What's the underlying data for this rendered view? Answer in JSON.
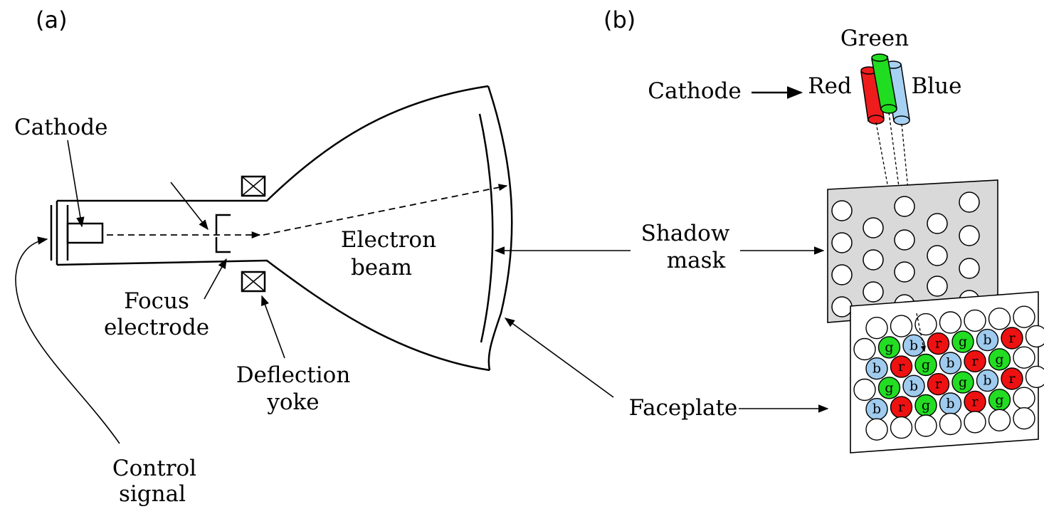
{
  "panel_a": {
    "tag": "(a)",
    "labels": {
      "cathode": "Cathode",
      "focus_line1": "Focus",
      "focus_line2": "electrode",
      "beam_line1": "Electron",
      "beam_line2": "beam",
      "yoke_line1": "Deflection",
      "yoke_line2": "yoke",
      "control_line1": "Control",
      "control_line2": "signal"
    }
  },
  "panel_b": {
    "tag": "(b)",
    "labels": {
      "green": "Green",
      "cathode": "Cathode",
      "red": "Red",
      "blue": "Blue",
      "shadow_line1": "Shadow",
      "shadow_line2": "mask",
      "faceplate": "Faceplate"
    },
    "gun_colors": {
      "red": "#ee1c1c",
      "green": "#21dd21",
      "blue": "#a6d1f2"
    },
    "phosphor_colors": {
      "r": "#ee1111",
      "g": "#22dd22",
      "b": "#9fcbee",
      "empty": "#ffffff"
    },
    "mask_color": "#d9d9d9",
    "phosphor_rows": [
      [
        "",
        "",
        "",
        "",
        "",
        "",
        ""
      ],
      [
        "",
        "g",
        "b",
        "r",
        "g",
        "b",
        "r",
        ""
      ],
      [
        "b",
        "r",
        "g",
        "b",
        "r",
        "g",
        ""
      ],
      [
        "",
        "g",
        "b",
        "r",
        "g",
        "b",
        "r",
        ""
      ],
      [
        "b",
        "r",
        "g",
        "b",
        "r",
        "g",
        ""
      ],
      [
        "",
        "",
        "",
        "",
        "",
        "",
        ""
      ]
    ]
  }
}
